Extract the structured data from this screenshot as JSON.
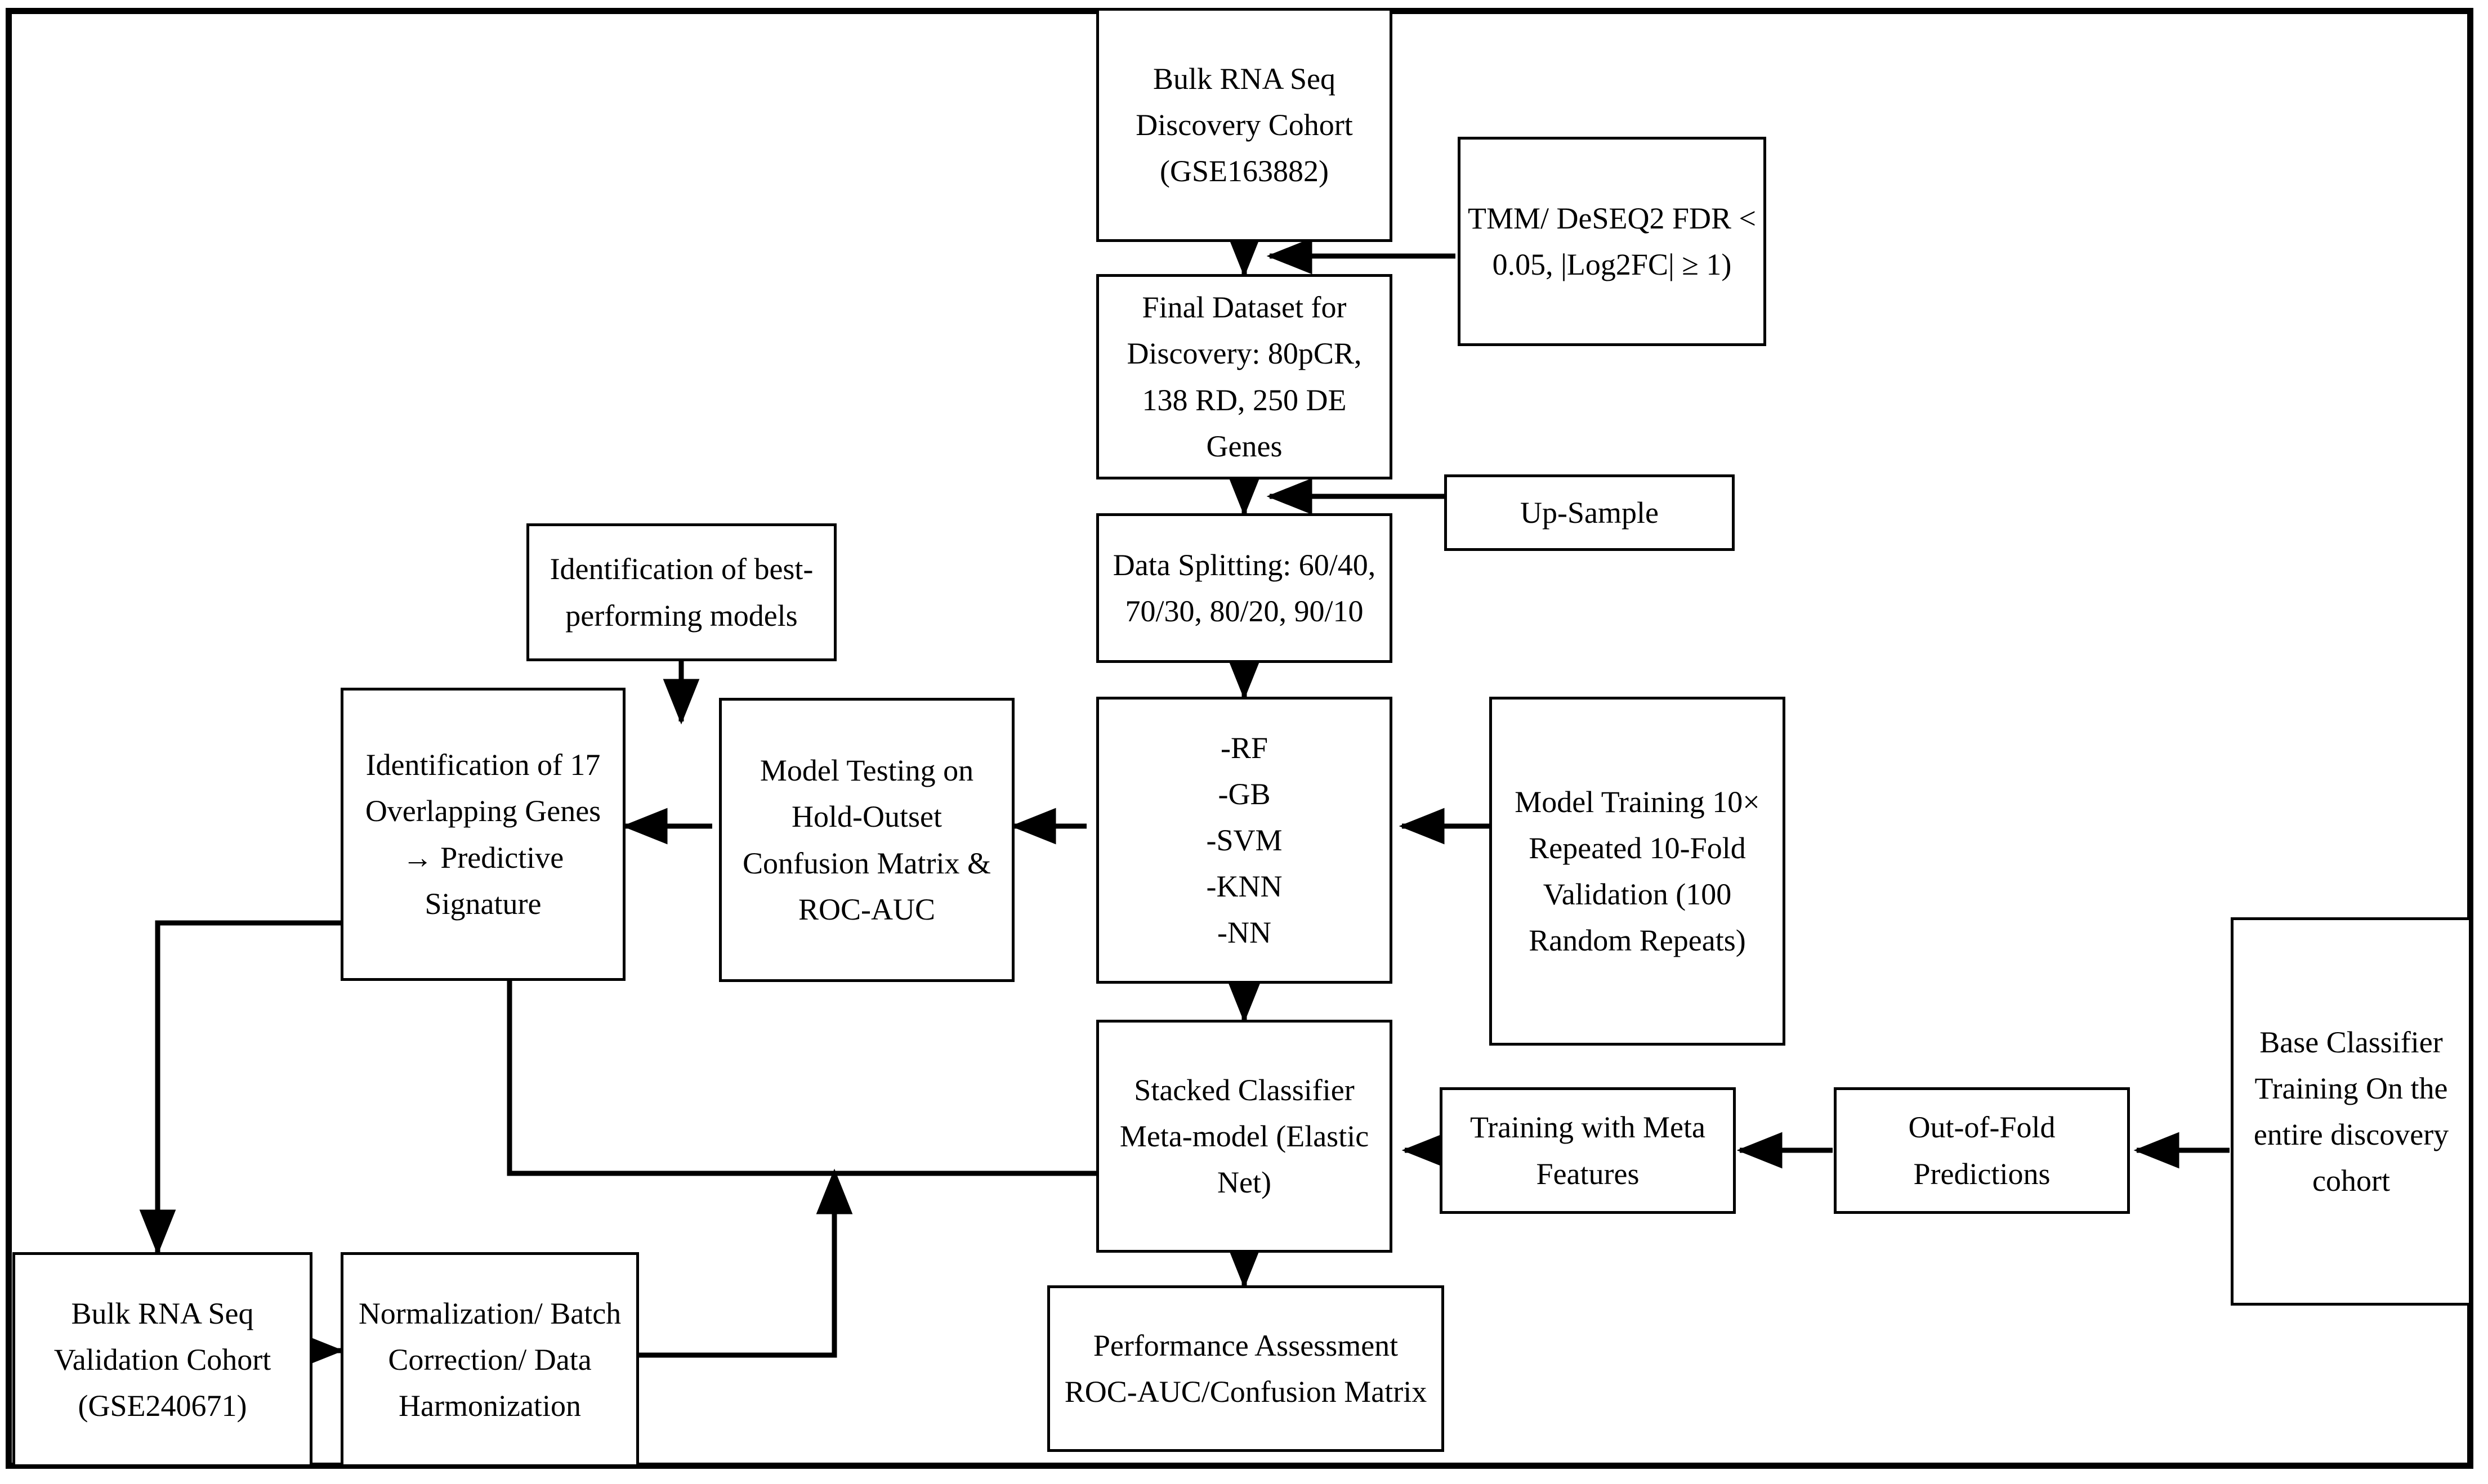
{
  "diagram": {
    "title": "Bulk RNA-Seq machine-learning analysis workflow",
    "type": "flowchart",
    "border_color": "#000000",
    "background_color": "#ffffff",
    "text_color": "#000000"
  },
  "nodes": {
    "discovery_cohort": "Bulk RNA Seq Discovery Cohort (GSE163882)",
    "tmm_deseq2": "TMM/ DeSEQ2 FDR < 0.05, |Log2FC| ≥ 1)",
    "final_dataset": "Final Dataset for Discovery: 80pCR, 138 RD, 250 DE Genes",
    "up_sample": "Up-Sample",
    "data_splitting": "Data Splitting: 60/40, 70/30, 80/20, 90/10",
    "best_models": "Identification of best-performing models",
    "overlapping_genes": "Identification of 17 Overlapping Genes → Predictive Signature",
    "model_testing": "Model Testing on Hold-Outset Confusion Matrix & ROC-AUC",
    "model_list": "-RF\n-GB\n-SVM\n-KNN\n-NN",
    "model_training": "Model Training 10× Repeated 10-Fold Validation (100 Random Repeats)",
    "stacked_classifier": "Stacked Classifier Meta-model (Elastic Net)",
    "training_meta_features": "Training with Meta Features",
    "out_of_fold": "Out-of-Fold Predictions",
    "base_classifier_training": "Base Classifier Training On the entire discovery cohort",
    "validation_cohort": "Bulk RNA Seq Validation Cohort (GSE240671)",
    "normalization": "Normalization/ Batch Correction/ Data Harmonization",
    "performance_assessment": "Performance Assessment ROC-AUC/Confusion Matrix"
  },
  "edges": [
    {
      "from": "discovery_cohort",
      "to": "final_dataset",
      "direction": "down"
    },
    {
      "from": "tmm_deseq2",
      "to": "final_dataset",
      "direction": "left"
    },
    {
      "from": "final_dataset",
      "to": "data_splitting",
      "direction": "down"
    },
    {
      "from": "up_sample",
      "to": "data_splitting",
      "direction": "left"
    },
    {
      "from": "data_splitting",
      "to": "model_list",
      "direction": "down"
    },
    {
      "from": "model_training",
      "to": "model_list",
      "direction": "left"
    },
    {
      "from": "model_list",
      "to": "model_testing",
      "direction": "left"
    },
    {
      "from": "model_testing",
      "to": "overlapping_genes",
      "direction": "left"
    },
    {
      "from": "best_models",
      "to": "overlapping_genes",
      "direction": "down"
    },
    {
      "from": "model_list",
      "to": "stacked_classifier",
      "direction": "down"
    },
    {
      "from": "training_meta_features",
      "to": "stacked_classifier",
      "direction": "left"
    },
    {
      "from": "out_of_fold",
      "to": "training_meta_features",
      "direction": "left"
    },
    {
      "from": "base_classifier_training",
      "to": "out_of_fold",
      "direction": "left"
    },
    {
      "from": "overlapping_genes",
      "to": "stacked_classifier",
      "direction": "down-right"
    },
    {
      "from": "overlapping_genes",
      "to": "validation_cohort",
      "direction": "left-down"
    },
    {
      "from": "validation_cohort",
      "to": "normalization",
      "direction": "right"
    },
    {
      "from": "normalization",
      "to": "stacked_classifier",
      "direction": "right-up"
    },
    {
      "from": "stacked_classifier",
      "to": "performance_assessment",
      "direction": "down"
    }
  ]
}
